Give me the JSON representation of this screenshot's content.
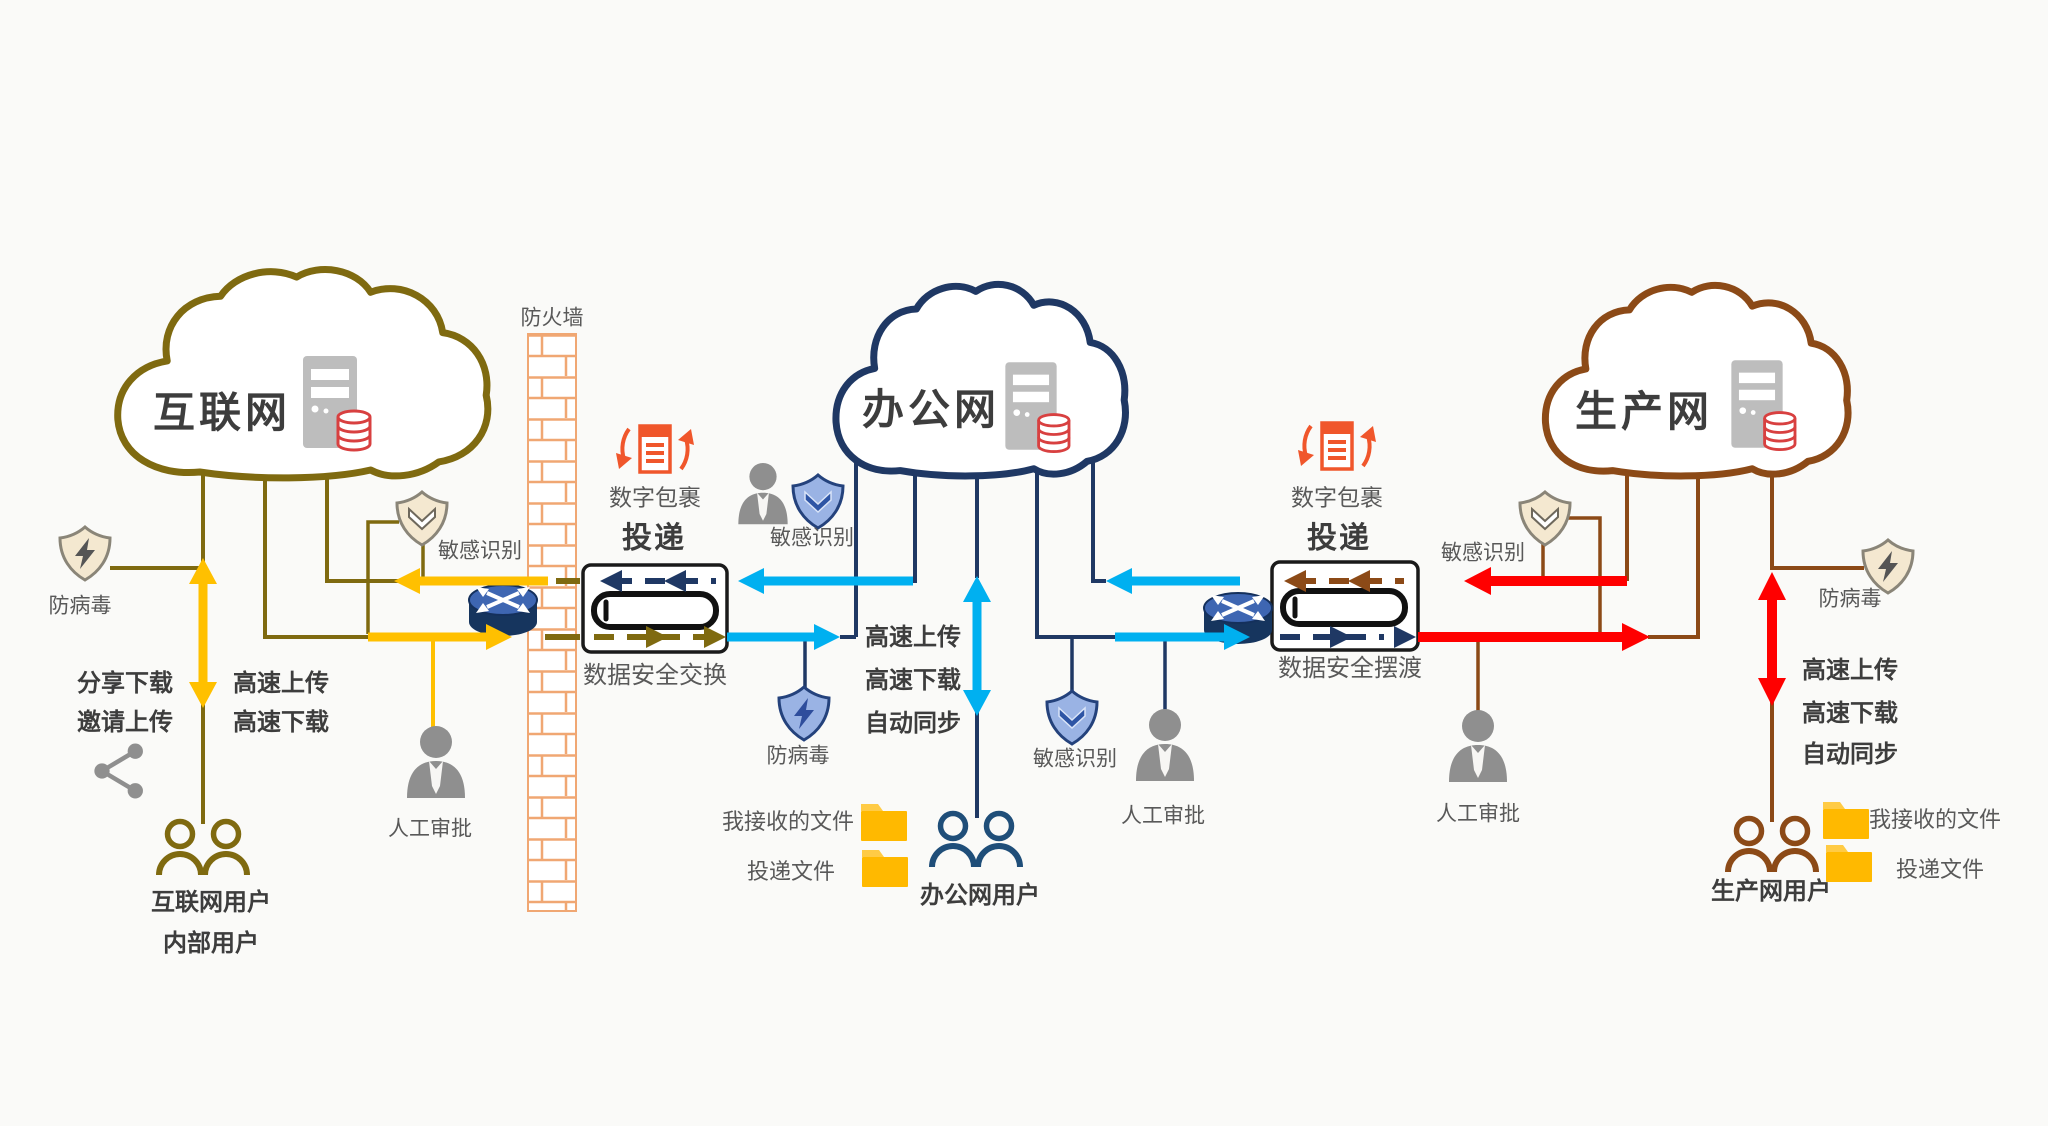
{
  "networks": {
    "internet": {
      "title": "互联网"
    },
    "office": {
      "title": "办公网"
    },
    "production": {
      "title": "生产网"
    }
  },
  "users": {
    "internet": "互联网用户",
    "internal": "内部用户",
    "office": "办公网用户",
    "production": "生产网用户"
  },
  "terms": {
    "firewall": "防火墙",
    "digital_package": "数字包裹",
    "delivery": "投递",
    "secure_exchange": "数据安全交换",
    "secure_ferry": "数据安全摆渡",
    "sensitive_id": "敏感识别",
    "antivirus": "防病毒",
    "manual_approval": "人工审批",
    "share_download": "分享下载",
    "invite_upload": "邀请上传",
    "fast_upload": "高速上传",
    "fast_download": "高速下载",
    "auto_sync": "自动同步",
    "received_files": "我接收的文件",
    "delivered_files": "投递文件"
  },
  "colors": {
    "internet_line": "#7F6A10",
    "office_line": "#1F3864",
    "production_line": "#8C4A17",
    "yellow_arrow": "#FFC000",
    "cyan_arrow": "#00B0F0",
    "red_arrow": "#FF0000",
    "package_icon": "#F0562B",
    "wall_brick": "#F0A773",
    "folder": "#FFB900",
    "gray_icon": "#8F8F8F",
    "label_text": "#595959",
    "strong_text": "#3D3D3D"
  }
}
